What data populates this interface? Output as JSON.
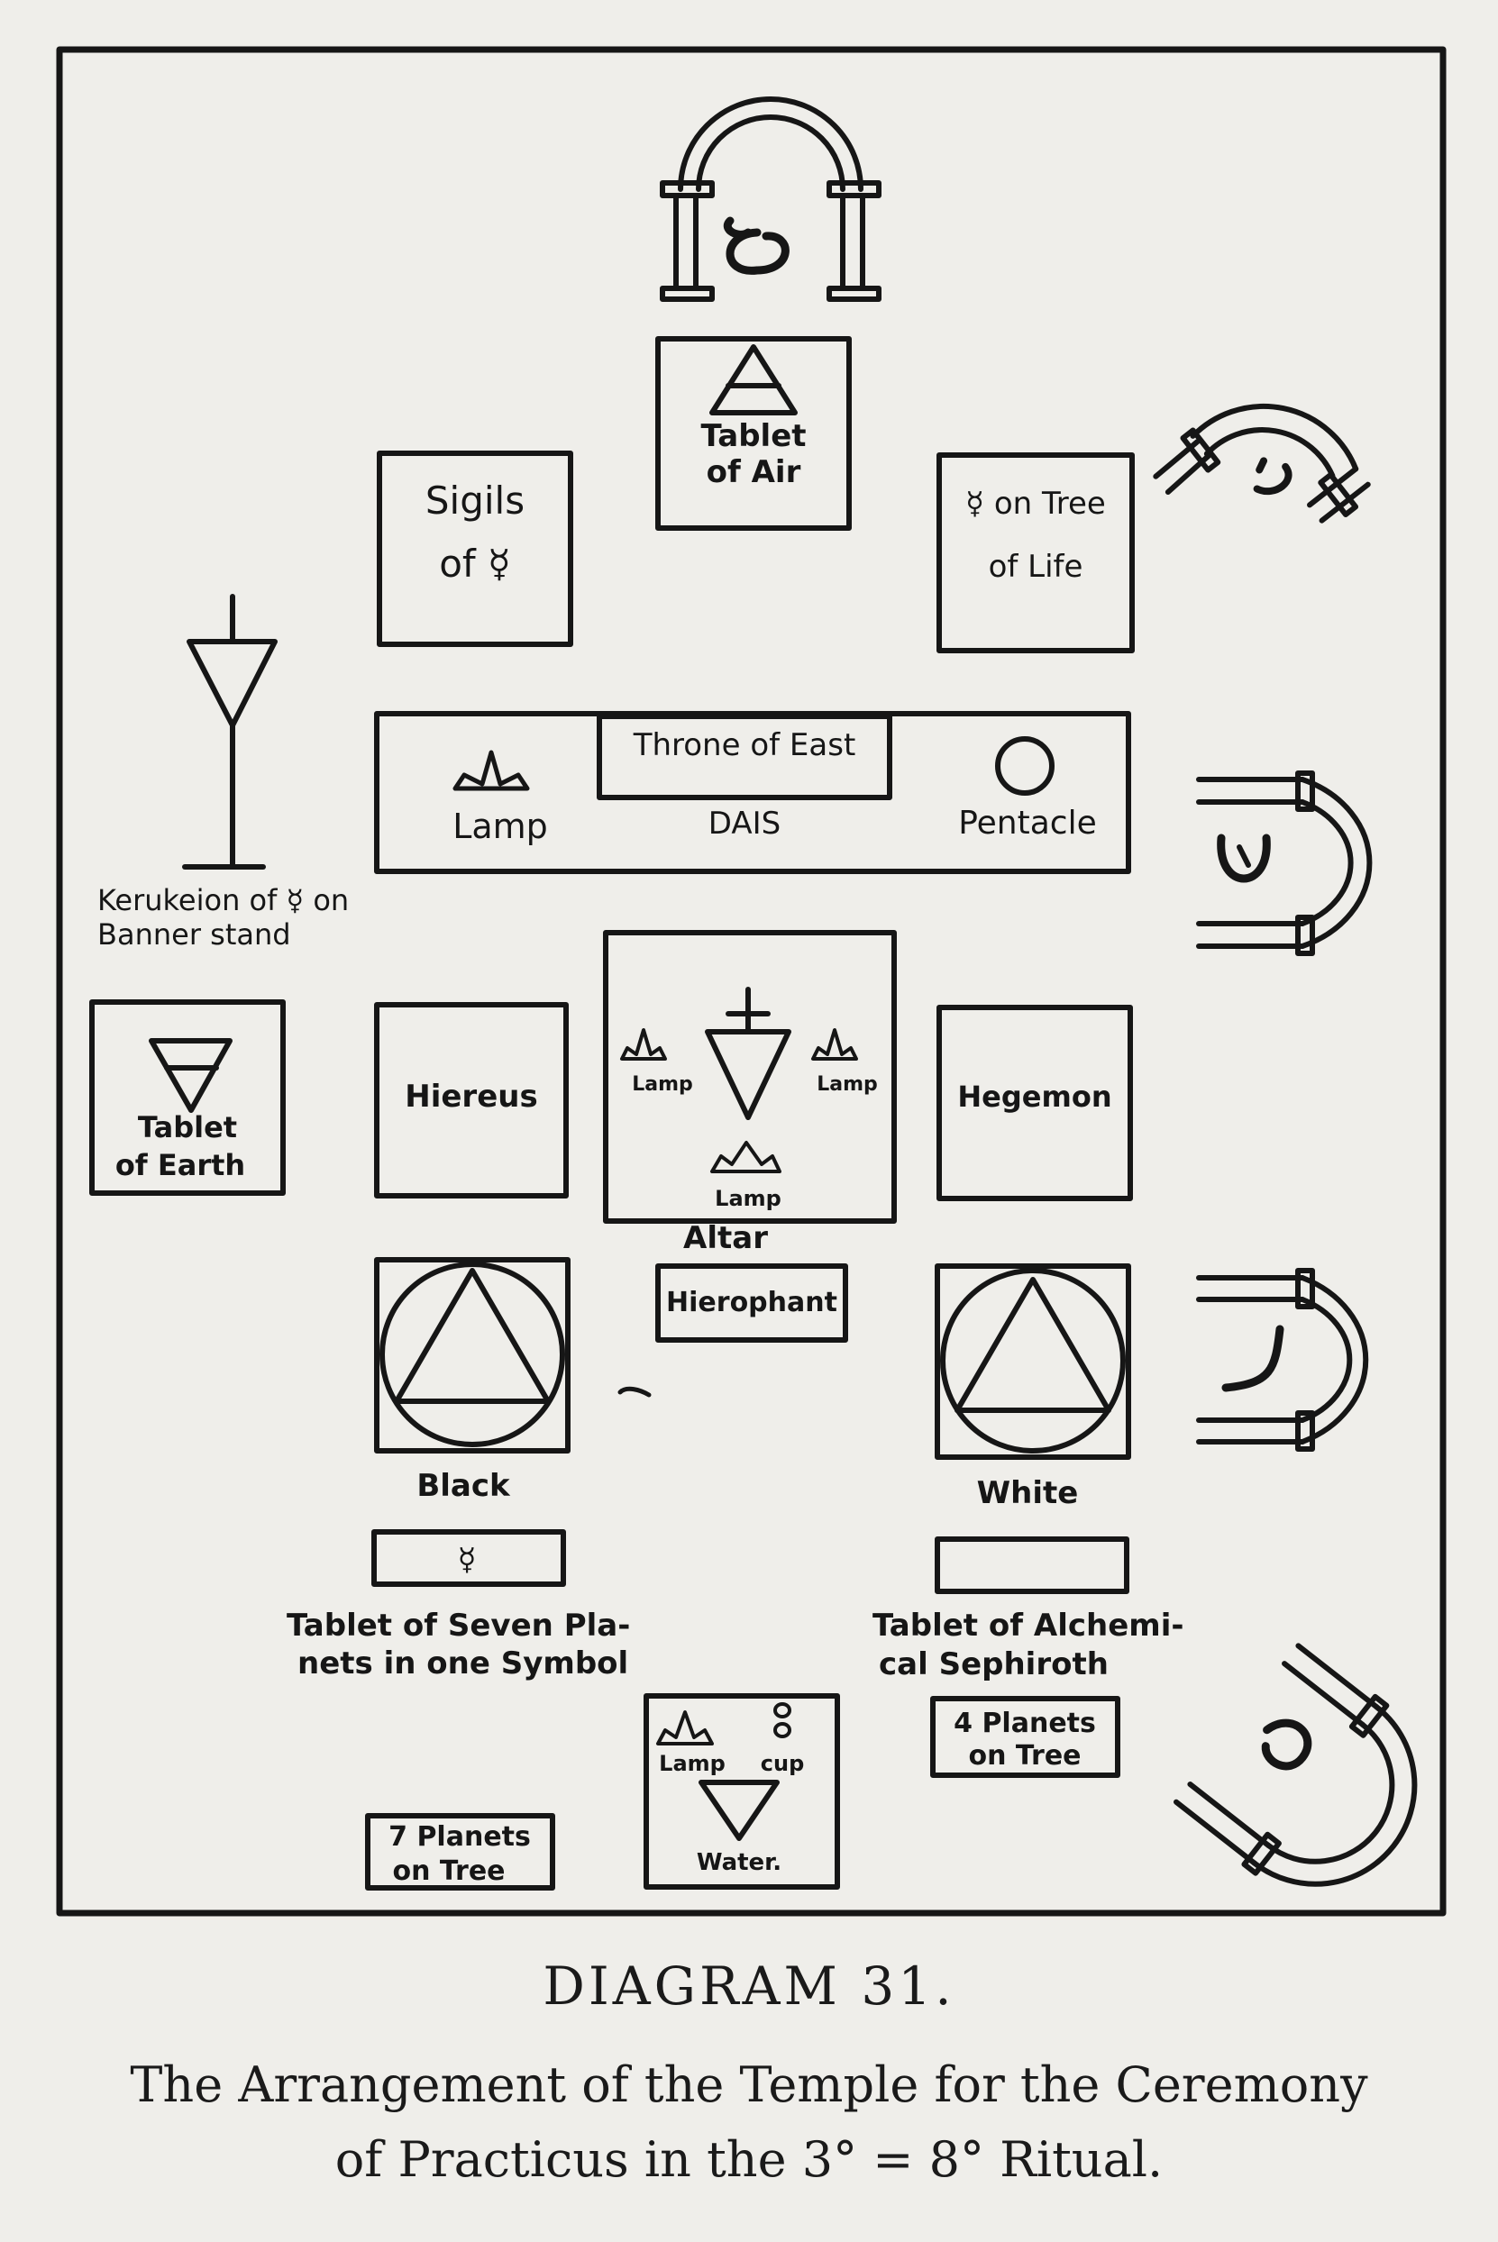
{
  "diagram": {
    "tablet_air": [
      "Tablet",
      "of Air"
    ],
    "sigils": [
      "Sigils",
      "of ☿"
    ],
    "mercury_tree": [
      "☿ on Tree",
      "of Life"
    ],
    "throne": "Throne of East",
    "lamp": "Lamp",
    "dais": "DAIS",
    "pentacle": "Pentacle",
    "kerukeion": [
      "Kerukeion of ☿ on",
      "Banner stand"
    ],
    "tablet_earth": [
      "Tablet",
      "of Earth"
    ],
    "hiereus": "Hiereus",
    "hegemon": "Hegemon",
    "altar_lamp": "Lamp",
    "altar": "Altar",
    "hierophant": "Hierophant",
    "black": "Black",
    "white": "White",
    "mercury_symbol": "☿",
    "seven_planets_tablet": [
      "Tablet of Seven Pla-",
      "nets in one Symbol"
    ],
    "alchemical_tablet": [
      "Tablet of Alchemi-",
      "cal Sephiroth"
    ],
    "four_planets": [
      "4 Planets",
      "on Tree"
    ],
    "water_box": [
      "Lamp",
      "cup",
      "Water."
    ],
    "seven_planets_tree": [
      "7 Planets",
      "on Tree"
    ]
  },
  "caption": {
    "title": "DIAGRAM 31.",
    "line1": "The Arrangement of the Temple for the Ceremony",
    "line2": "of Practicus in the 3° = 8° Ritual."
  }
}
